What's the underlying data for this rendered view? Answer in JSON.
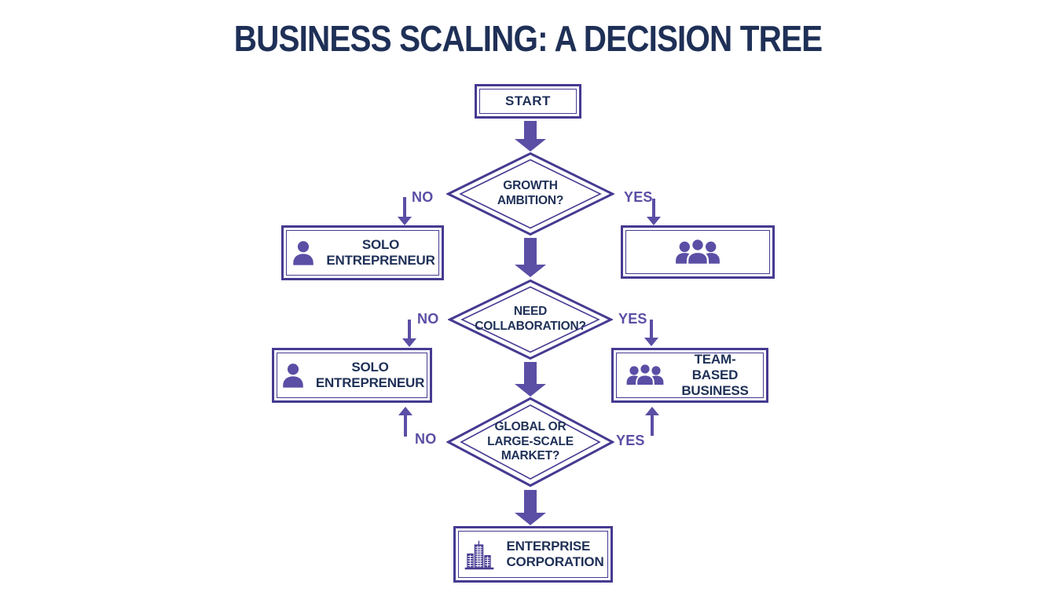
{
  "title": "BUSINESS SCALING: A DECISION TREE",
  "branch_labels": {
    "no": "NO",
    "yes": "YES"
  },
  "nodes": {
    "start": {
      "label": "START"
    },
    "growth_ambition": {
      "label": "GROWTH\nAMBITION?"
    },
    "solo_entrepreneur_1": {
      "label": "SOLO\nENTREPRENEUR",
      "icon": "person-icon"
    },
    "team_group": {
      "label": "",
      "icon": "group-icon"
    },
    "need_collaboration": {
      "label": "NEED\nCOLLABORATION?"
    },
    "solo_entrepreneur_2": {
      "label": "SOLO\nENTREPRENEUR",
      "icon": "person-icon"
    },
    "team_based_business": {
      "label": "TEAM-BASED\nBUSINESS",
      "icon": "group-icon"
    },
    "global_market": {
      "label": "GLOBAL OR\nLARGE-SCALE\nMARKET?"
    },
    "enterprise_corporation": {
      "label": "ENTERPRISE\nCORPORATION",
      "icon": "building-icon"
    }
  },
  "colors": {
    "title_text": "#1f3057",
    "node_border": "#453a91",
    "arrow": "#5a4ea5",
    "branch_label": "#5a4ea5"
  }
}
